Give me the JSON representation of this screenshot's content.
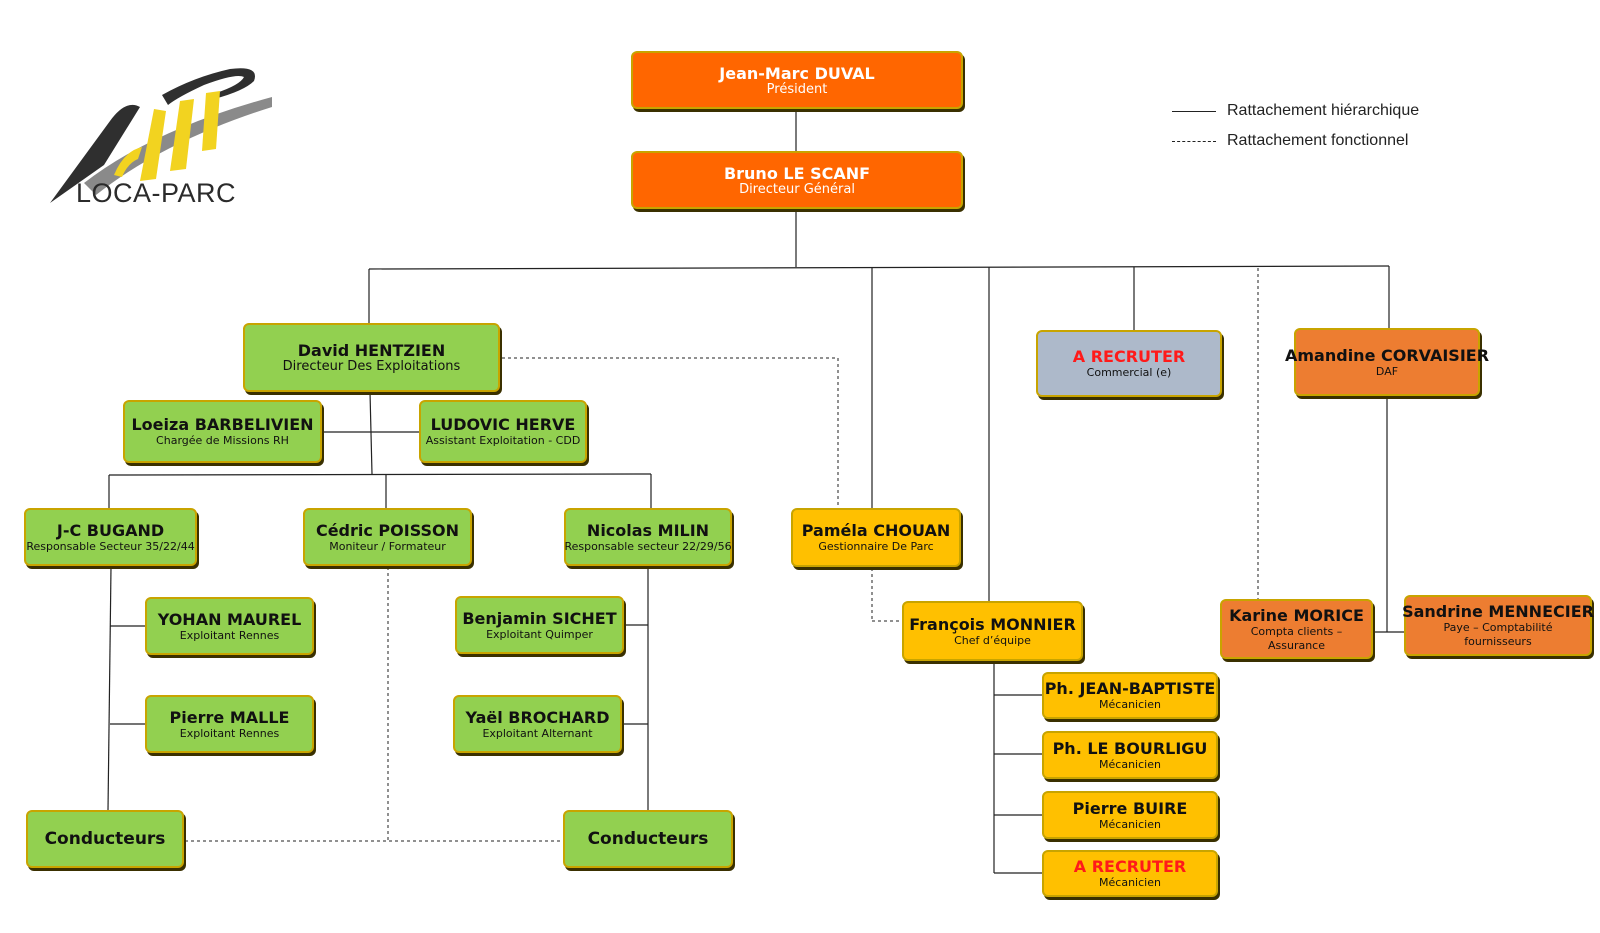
{
  "logo": {
    "text": "LOCA-PARC"
  },
  "legend": {
    "solid": "Rattachement hiérarchique",
    "dashed": "Rattachement fonctionnel"
  },
  "nodes": {
    "duval": {
      "name": "Jean-Marc DUVAL",
      "role": "Président"
    },
    "lescanf": {
      "name": "Bruno LE SCANF",
      "role": "Directeur Général"
    },
    "hentzien": {
      "name": "David HENTZIEN",
      "role": "Directeur Des Exploitations"
    },
    "barbelivien": {
      "name": "Loeiza BARBELIVIEN",
      "role": "Chargée de Missions RH"
    },
    "herve": {
      "name": "LUDOVIC HERVE",
      "role": "Assistant Exploitation - CDD"
    },
    "bugand": {
      "name": "J-C BUGAND",
      "role": "Responsable Secteur 35/22/44"
    },
    "poisson": {
      "name": "Cédric POISSON",
      "role": "Moniteur / Formateur"
    },
    "milin": {
      "name": "Nicolas MILIN",
      "role": "Responsable secteur 22/29/56"
    },
    "maurel": {
      "name": "YOHAN MAUREL",
      "role": "Exploitant Rennes"
    },
    "malle": {
      "name": "Pierre MALLE",
      "role": "Exploitant Rennes"
    },
    "sichet": {
      "name": "Benjamin SICHET",
      "role": "Exploitant Quimper"
    },
    "brochard": {
      "name": "Yaël BROCHARD",
      "role": "Exploitant Alternant"
    },
    "conducteurs1": {
      "name": "Conducteurs"
    },
    "conducteurs2": {
      "name": "Conducteurs"
    },
    "chouan": {
      "name": "Paméla CHOUAN",
      "role": "Gestionnaire De Parc"
    },
    "monnier": {
      "name": "François MONNIER",
      "role": "Chef d’équipe"
    },
    "jeanbaptiste": {
      "name": "Ph. JEAN-BAPTISTE",
      "role": "Mécanicien"
    },
    "lebourligu": {
      "name": "Ph. LE BOURLIGU",
      "role": "Mécanicien"
    },
    "buire": {
      "name": "Pierre BUIRE",
      "role": "Mécanicien"
    },
    "recruter_meca": {
      "name": "A RECRUTER",
      "role": "Mécanicien"
    },
    "recruter_com": {
      "name": "A RECRUTER",
      "role": "Commercial (e)"
    },
    "corvaisier": {
      "name": "Amandine CORVAISIER",
      "role": "DAF"
    },
    "morice": {
      "name": "Karine MORICE",
      "role": "Compta clients – Assurance"
    },
    "mennecier": {
      "name": "Sandrine MENNECIER",
      "role": "Paye – Comptabilité fournisseurs"
    }
  },
  "colors": {
    "orange": "#ff6600",
    "green": "#92d050",
    "yellow": "#ffc000",
    "dark_orange": "#ed7d31",
    "grey": "#adb9ca",
    "recruit_red": "#ff1a1a"
  }
}
